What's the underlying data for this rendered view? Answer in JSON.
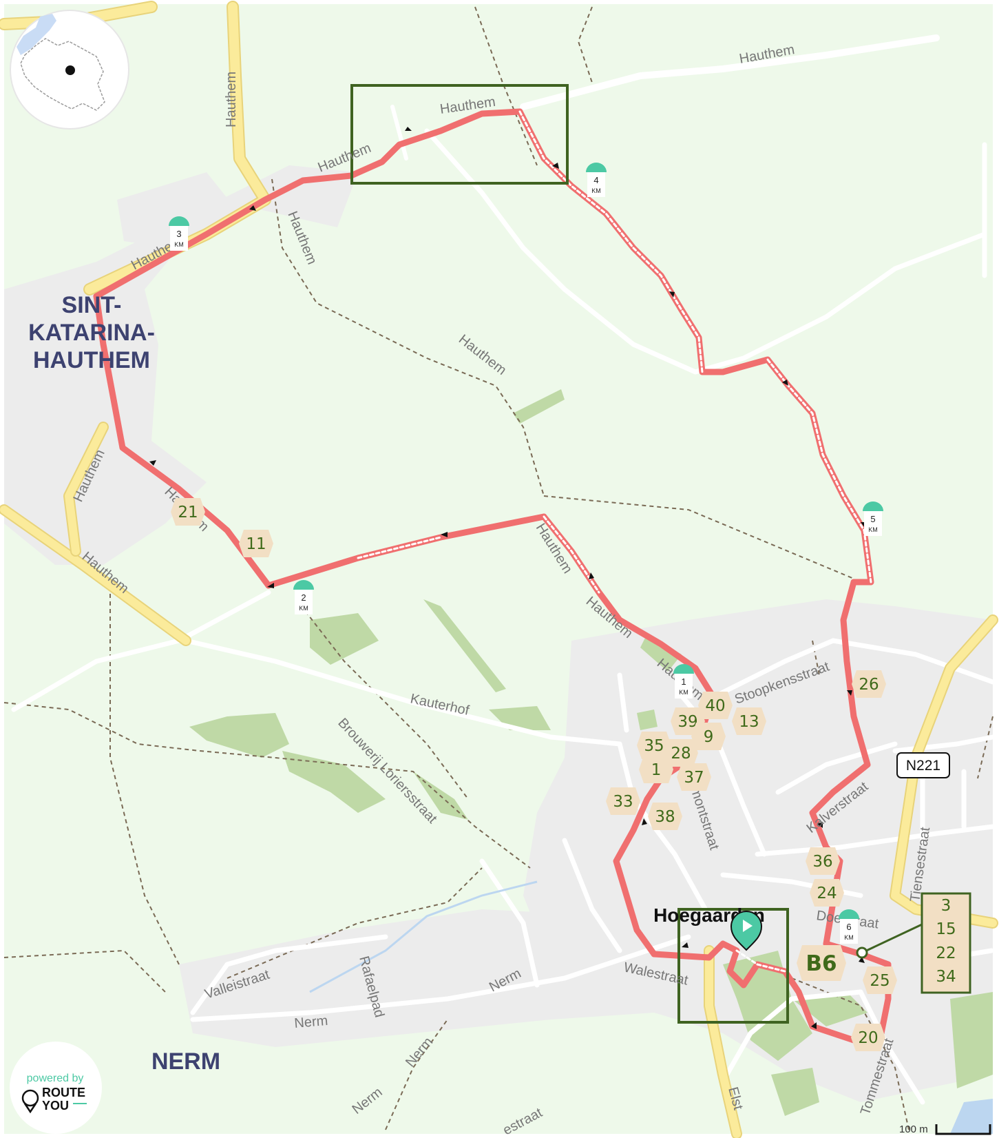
{
  "colors": {
    "land": "#eef9ea",
    "built": "#ececec",
    "forest": "#bfd9a6",
    "route": "#f06f6f",
    "major_road": "#fbeb9b",
    "node_fill": "#f2dfc4",
    "node_text": "#3f6a1a",
    "highlight_box": "#3f6321",
    "km_marker": "#4cc9a4",
    "place_label": "#3d4270"
  },
  "places": {
    "village_north": [
      "SINT-",
      "KATARINA-",
      "HAUTHEM"
    ],
    "village_south": "NERM",
    "town": "Hoegaarden"
  },
  "roads": {
    "hauthem": "Hauthem",
    "kauterhof": "Kauterhof",
    "stoopkensstraat": "Stoopkensstraat",
    "brouwerij": "Brouwerij Loriersstraat",
    "kalverstraat": "Kalverstraat",
    "tiensestraat": "Tiensestraat",
    "doelstraat": "Doelstraat",
    "walestraat": "Walestraat",
    "valleistraat": "Valleistraat",
    "rafaelpad": "Rafaelpad",
    "nerm": "Nerm",
    "tommestraat": "Tommestraat",
    "elst": "Elst",
    "montstraat": "montstraat",
    "estraat": "estraat"
  },
  "route_shield": "N221",
  "km_markers": [
    "1",
    "2",
    "3",
    "4",
    "5",
    "6"
  ],
  "km_unit": "KM",
  "nodes": {
    "n21": "21",
    "n11": "11",
    "n26": "26",
    "n40": "40",
    "n13": "13",
    "n39": "39",
    "n9": "9",
    "n35": "35",
    "n28": "28",
    "n1": "1",
    "n37": "37",
    "n33": "33",
    "n38": "38",
    "n36": "36",
    "n24": "24",
    "b6": "B6",
    "n25": "25",
    "n20": "20"
  },
  "node_stack": [
    "3",
    "15",
    "22",
    "34"
  ],
  "scale": "100 m",
  "branding": {
    "powered": "powered by",
    "route": "ROUTE",
    "you": "YOU"
  }
}
